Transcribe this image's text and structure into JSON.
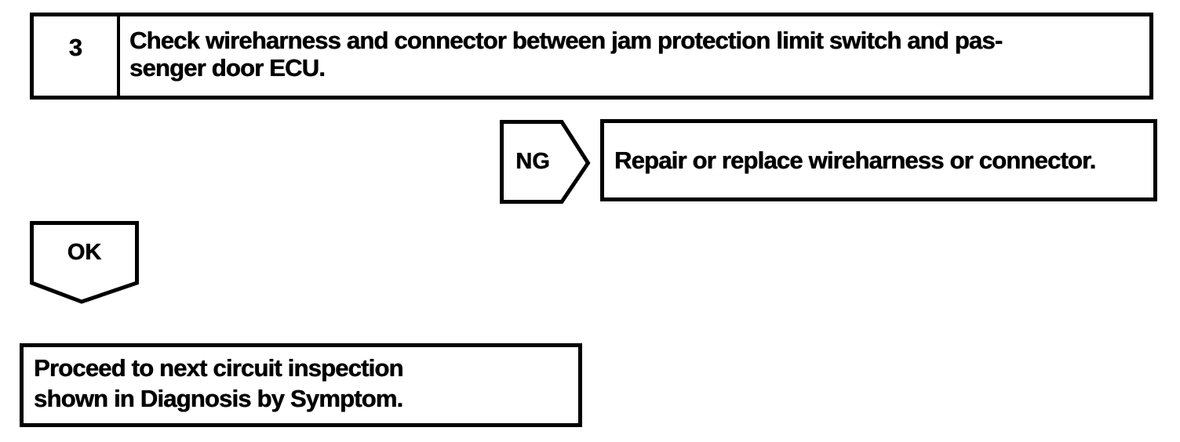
{
  "colors": {
    "ink": "#000000",
    "paper": "#ffffff"
  },
  "flowchart": {
    "step_box": {
      "number": "3",
      "instruction": "Check wireharness and connector between jam protection limit switch and pas-\nsenger door ECU."
    },
    "ng_branch": {
      "label": "NG",
      "action": "Repair or replace wireharness or connector."
    },
    "ok_branch": {
      "label": "OK",
      "action": "Proceed to next circuit inspection\n shown in Diagnosis by Symptom."
    }
  }
}
